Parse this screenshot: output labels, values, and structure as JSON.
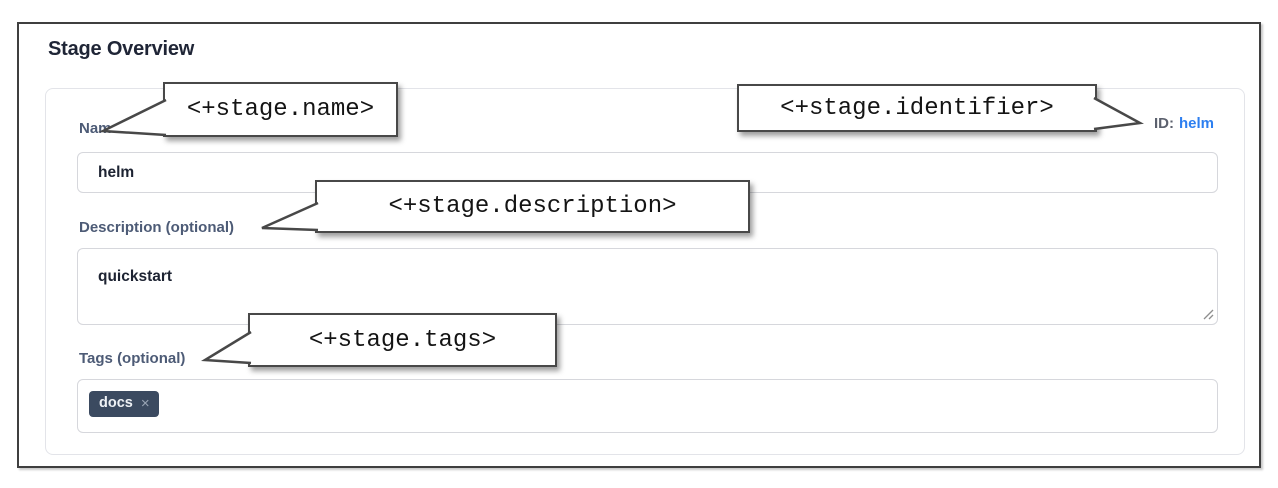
{
  "title": "Stage Overview",
  "form": {
    "name": {
      "label": "Name",
      "value": "helm"
    },
    "id": {
      "label": "ID:",
      "value": "helm"
    },
    "description": {
      "label": "Description (optional)",
      "value": "quickstart"
    },
    "tags": {
      "label": "Tags (optional)",
      "chips": [
        {
          "label": "docs",
          "remove_icon": "×"
        }
      ]
    }
  },
  "annotations": {
    "name": "<+stage.name>",
    "identifier": "<+stage.identifier>",
    "description": "<+stage.description>",
    "tags": "<+stage.tags>"
  },
  "colors": {
    "id_link_blue": "#2d7ff0",
    "chip_background": "#3b4a60",
    "label_slate": "#4d5b76",
    "callout_border": "#484848",
    "input_border": "#d6d7dc"
  }
}
